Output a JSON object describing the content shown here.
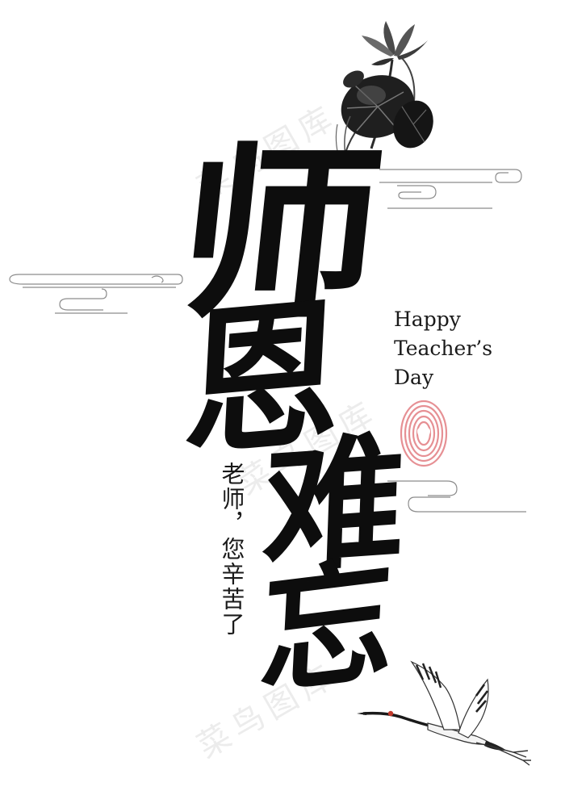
{
  "poster": {
    "calligraphy": [
      "师",
      "恩",
      "难",
      "忘"
    ],
    "english_title": [
      "Happy",
      "Teacher’s",
      "Day"
    ],
    "subtitle": "老师，您辛苦了",
    "watermark": "菜鸟图库"
  },
  "colors": {
    "ink": "#0d0d0d",
    "seal": "#e27d82",
    "crane_crest": "#c0392b",
    "cloud_line": "#8c8c8c"
  },
  "icons": [
    "lotus-icon",
    "cloud-icon",
    "fingerprint-seal-icon",
    "crane-icon"
  ]
}
